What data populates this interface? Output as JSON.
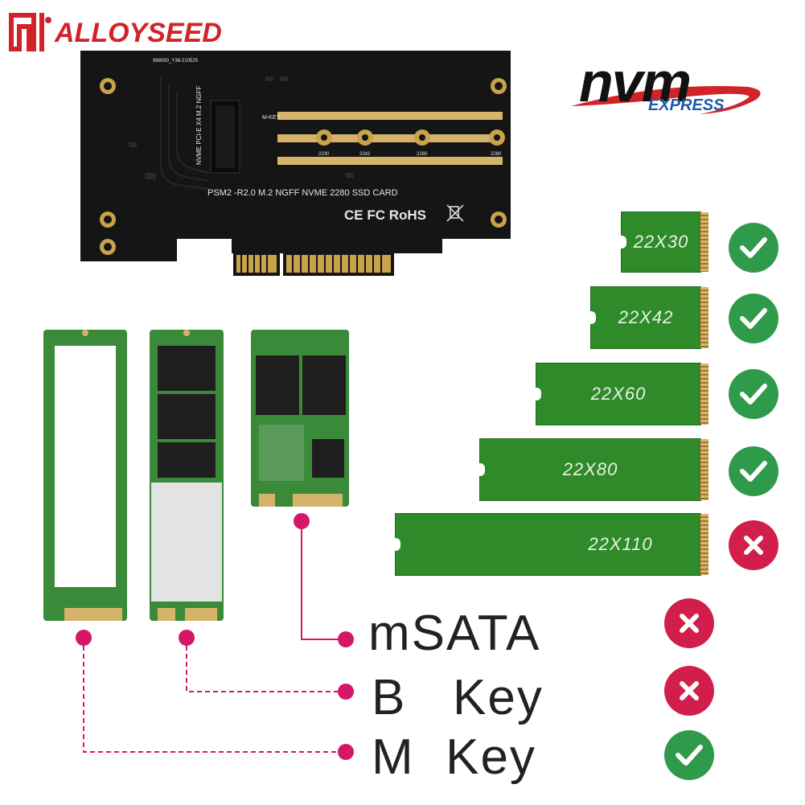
{
  "brand": {
    "name": "ALLOYSEED"
  },
  "nvm_logo": {
    "word": "nvm",
    "sub": "EXPRESS"
  },
  "card": {
    "silk_top": "988050_Y36-210525",
    "vertical_text": "NVME PCI-E X4 M.2 NGFF",
    "mkey_text": "M-KEY",
    "length_2230": "2230",
    "length_2242": "2242",
    "length_2260": "2260",
    "length_2280": "2280",
    "model": "PSM2 -R2.0  M.2 NGFF NVME 2280 SSD CARD",
    "certs": "CE FC RoHS"
  },
  "sizes": [
    {
      "label": "22X30",
      "status": "supported"
    },
    {
      "label": "22X42",
      "status": "supported"
    },
    {
      "label": "22X60",
      "status": "supported"
    },
    {
      "label": "22X80",
      "status": "supported"
    },
    {
      "label": "22X110",
      "status": "unsupported"
    }
  ],
  "keys": [
    {
      "label": "mSATA",
      "status": "unsupported"
    },
    {
      "label": "B   Key",
      "status": "unsupported"
    },
    {
      "label": "M  Key",
      "status": "supported"
    }
  ],
  "colors": {
    "brand_red": "#d2232a",
    "module_green": "#2f8a2a",
    "check_green": "#2f9a4a",
    "cross_red": "#d21e4a",
    "connector_pink": "#d5176a"
  }
}
